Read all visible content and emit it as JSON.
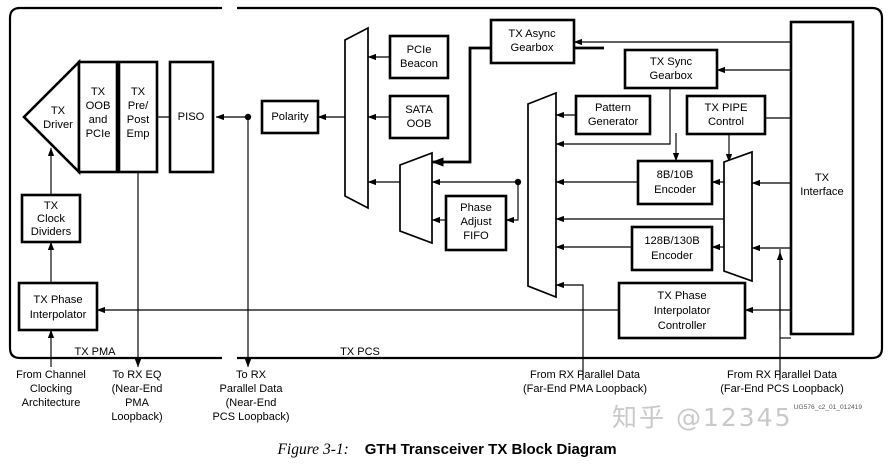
{
  "figure": {
    "number": "Figure 3-1:",
    "title": "GTH Transceiver TX Block Diagram",
    "id_tag": "UG576_c2_01_012419",
    "watermark": "知乎 @12345"
  },
  "zones": [
    {
      "key": "pma",
      "label": "TX PMA"
    },
    {
      "key": "pcs",
      "label": "TX PCS"
    }
  ],
  "blocks": {
    "tx_driver": "TX\nDriver",
    "tx_oob_pcie": "TX\nOOB\nand\nPCIe",
    "tx_pre_post_emp": "TX\nPre/\nPost\nEmp",
    "piso": "PISO",
    "tx_clock_dividers": "TX\nClock\nDividers",
    "tx_phase_interpolator": "TX Phase\nInterpolator",
    "polarity": "Polarity",
    "pcie_beacon": "PCIe\nBeacon",
    "sata_oob": "SATA\nOOB",
    "phase_adjust_fifo": "Phase\nAdjust\nFIFO",
    "tx_async_gearbox": "TX Async\nGearbox",
    "tx_sync_gearbox": "TX Sync\nGearbox",
    "pattern_generator": "Pattern\nGenerator",
    "tx_pipe_control": "TX PIPE\nControl",
    "encoder_8b10b": "8B/10B\nEncoder",
    "encoder_128b130b": "128B/130B\nEncoder",
    "tx_phase_interp_controller": "TX Phase\nInterpolator\nController",
    "tx_interface": "TX\nInterface"
  },
  "external_labels": [
    {
      "key": "from_channel_clocking",
      "text": "From Channel\nClocking\nArchitecture"
    },
    {
      "key": "to_rx_eq",
      "text": "To RX EQ\n(Near-End\nPMA\nLoopback)"
    },
    {
      "key": "to_rx_parallel_data",
      "text": "To RX\nParallel Data\n(Near-End\nPCS Loopback)"
    },
    {
      "key": "from_rx_far_end_pma",
      "text": "From RX Parallel Data\n(Far-End PMA Loopback)"
    },
    {
      "key": "from_rx_far_end_pcs",
      "text": "From RX Parallel Data\n(Far-End PCS Loopback)"
    }
  ],
  "colors": {
    "stroke": "#000000",
    "background": "#ffffff",
    "watermark": "#c9c9c9"
  }
}
